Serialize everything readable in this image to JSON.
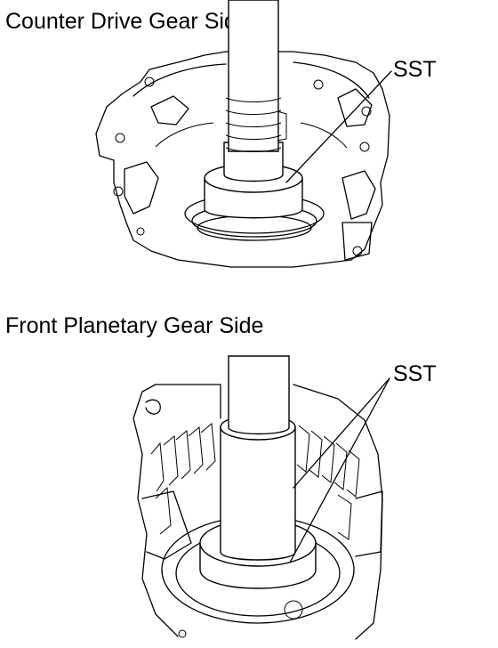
{
  "figure1": {
    "heading": "Counter Drive Gear Side",
    "callout": "SST"
  },
  "figure2": {
    "heading": "Front Planetary Gear Side",
    "callout": "SST"
  }
}
